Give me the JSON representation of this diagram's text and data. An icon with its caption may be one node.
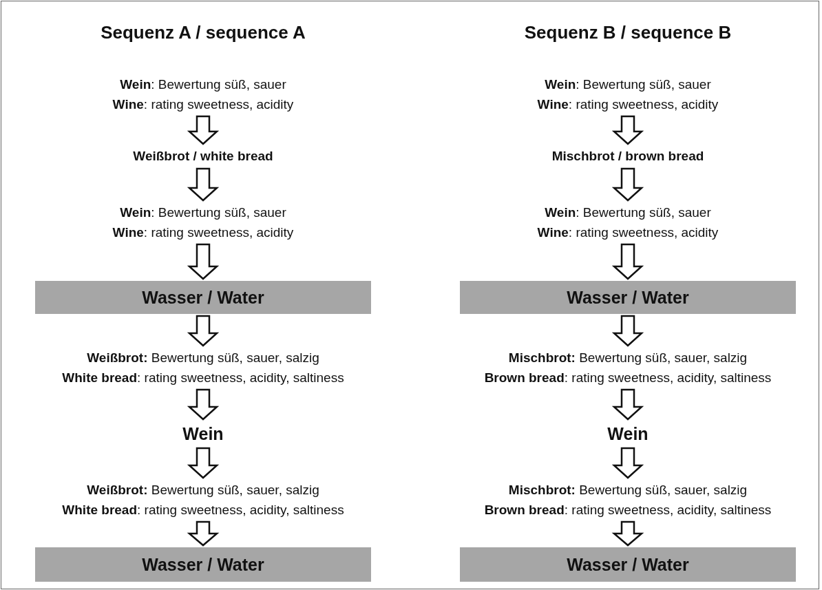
{
  "diagram": {
    "nodes": [
      {
        "text": [
          "**Wein**: Bewertung süß, sauer",
          "**Wine**: rating sweetness, acidity"
        ]
      },
      {
        "text": [
          "Weißbrot / white bread"
        ]
      },
      {
        "text": [
          "**Wein**: Bewertung süß, sauer",
          "**Wine**: rating sweetness, acidity"
        ]
      },
      {
        "text": [
          "Wasser / Water"
        ]
      },
      {
        "text": [
          "**Weißbrot:** Bewertung süß, sauer, salzig",
          "**White bread**: rating sweetness, acidity, saltiness"
        ]
      },
      {
        "text": [
          "Wein"
        ]
      },
      {
        "text": [
          "**Weißbrot:** Bewertung süß, sauer, salzig",
          "**White bread**: rating sweetness, acidity, saltiness"
        ]
      },
      {
        "text": [
          "Wasser / Water"
        ]
      },
      {
        "text": [
          "**Wein**: Bewertung süß, sauer",
          "**Wine**: rating sweetness, acidity"
        ]
      },
      {
        "text": [
          "Mischbrot / brown bread"
        ]
      },
      {
        "text": [
          "**Wein**: Bewertung süß, sauer",
          "**Wine**: rating sweetness, acidity"
        ]
      },
      {
        "text": [
          "Wasser / Water"
        ]
      },
      {
        "text": [
          "**Mischbrot:** Bewertung süß, sauer, salzig",
          "**Brown bread**: rating sweetness, acidity, saltiness"
        ]
      },
      {
        "text": [
          "Wein"
        ]
      },
      {
        "text": [
          "**Mischbrot:** Bewertung süß, sauer, salzig",
          "**Brown bread**: rating sweetness, acidity, saltiness"
        ]
      },
      {
        "text": [
          "Wasser / Water"
        ]
      }
    ],
    "edges": [
      {
        "from": 0,
        "to": 1,
        "arrow": "to"
      },
      {
        "from": 1,
        "to": 2,
        "arrow": "to"
      },
      {
        "from": 2,
        "to": 3,
        "arrow": "to"
      },
      {
        "from": 3,
        "to": 4,
        "arrow": "to"
      },
      {
        "from": 4,
        "to": 5,
        "arrow": "to"
      },
      {
        "from": 5,
        "to": 6,
        "arrow": "to"
      },
      {
        "from": 6,
        "to": 7,
        "arrow": "to"
      },
      {
        "from": 8,
        "to": 9,
        "arrow": "to"
      },
      {
        "from": 9,
        "to": 10,
        "arrow": "to"
      },
      {
        "from": 10,
        "to": 11,
        "arrow": "to"
      },
      {
        "from": 11,
        "to": 12,
        "arrow": "to"
      },
      {
        "from": 12,
        "to": 13,
        "arrow": "to"
      },
      {
        "from": 13,
        "to": 14,
        "arrow": "to"
      },
      {
        "from": 14,
        "to": 15,
        "arrow": "to"
      }
    ],
    "labels": [
      "Sequenz A / sequence A",
      "Sequenz B / sequence B"
    ]
  }
}
